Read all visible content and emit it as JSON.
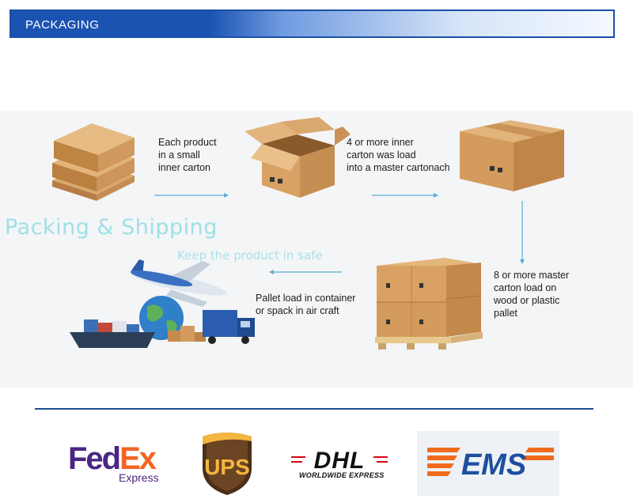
{
  "header": {
    "title": "PACKAGING",
    "accent": "#1b53b3"
  },
  "flow": {
    "title": "Packing & Shipping",
    "subtitle": "Keep the product in safe",
    "steps": [
      {
        "line1": "Each product",
        "line2": "in a small",
        "line3": "inner carton"
      },
      {
        "line1": "4 or more inner",
        "line2": "carton was load",
        "line3": "into a master cartonach"
      },
      {
        "line1": "8 or more master",
        "line2": "carton load on",
        "line3": "wood  or plastic",
        "line4": "pallet"
      },
      {
        "line1": "Pallet load in container",
        "line2": "or spack in air craft"
      }
    ],
    "arrow_color": "#5aaed6"
  },
  "carriers": {
    "fedex": {
      "part1": "Fed",
      "part2": "Ex",
      "sub": "Express"
    },
    "ups": {
      "label": "UPS"
    },
    "dhl": {
      "label": "DHL",
      "sub": "WORLDWIDE EXPRESS"
    },
    "ems": {
      "label": "EMS"
    }
  }
}
